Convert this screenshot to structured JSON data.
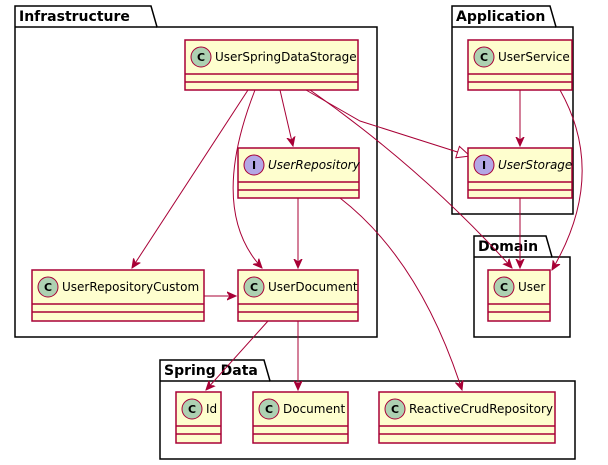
{
  "packages": [
    {
      "id": "infrastructure",
      "title": "Infrastructure"
    },
    {
      "id": "application",
      "title": "Application"
    },
    {
      "id": "domain",
      "title": "Domain"
    },
    {
      "id": "spring-data",
      "title": "Spring Data"
    }
  ],
  "classes": [
    {
      "id": "user-spring-data-storage",
      "name": "UserSpringDataStorage",
      "kind": "class",
      "letter": "C"
    },
    {
      "id": "user-repository",
      "name": "UserRepository",
      "kind": "interface",
      "letter": "I"
    },
    {
      "id": "user-repository-custom",
      "name": "UserRepositoryCustom",
      "kind": "class",
      "letter": "C"
    },
    {
      "id": "user-document",
      "name": "UserDocument",
      "kind": "class",
      "letter": "C"
    },
    {
      "id": "user-service",
      "name": "UserService",
      "kind": "class",
      "letter": "C"
    },
    {
      "id": "user-storage",
      "name": "UserStorage",
      "kind": "interface",
      "letter": "I"
    },
    {
      "id": "user",
      "name": "User",
      "kind": "class",
      "letter": "C"
    },
    {
      "id": "id",
      "name": "Id",
      "kind": "class",
      "letter": "C"
    },
    {
      "id": "document",
      "name": "Document",
      "kind": "class",
      "letter": "C"
    },
    {
      "id": "reactive-crud-repository",
      "name": "ReactiveCrudRepository",
      "kind": "class",
      "letter": "C"
    }
  ],
  "relations": [
    {
      "from": "user-spring-data-storage",
      "to": "user-repository",
      "type": "dependency"
    },
    {
      "from": "user-spring-data-storage",
      "to": "user-document",
      "type": "dependency"
    },
    {
      "from": "user-spring-data-storage",
      "to": "user-repository-custom",
      "type": "dependency"
    },
    {
      "from": "user-spring-data-storage",
      "to": "user-storage",
      "type": "realization"
    },
    {
      "from": "user-spring-data-storage",
      "to": "user",
      "type": "dependency"
    },
    {
      "from": "user-repository",
      "to": "user-document",
      "type": "dependency"
    },
    {
      "from": "user-repository",
      "to": "reactive-crud-repository",
      "type": "dependency"
    },
    {
      "from": "user-repository-custom",
      "to": "user-document",
      "type": "dependency"
    },
    {
      "from": "user-document",
      "to": "id",
      "type": "dependency"
    },
    {
      "from": "user-document",
      "to": "document",
      "type": "dependency"
    },
    {
      "from": "user-service",
      "to": "user-storage",
      "type": "dependency"
    },
    {
      "from": "user-service",
      "to": "user",
      "type": "dependency"
    },
    {
      "from": "user-storage",
      "to": "user",
      "type": "dependency"
    }
  ],
  "colors": {
    "class_fill": "#FEFECE",
    "class_border": "#A80036",
    "arrow": "#A80036",
    "class_circle": "#ADD1B2",
    "interface_circle": "#B4A7E5",
    "package_fill": "#FFFFFF",
    "package_border": "#000000"
  }
}
